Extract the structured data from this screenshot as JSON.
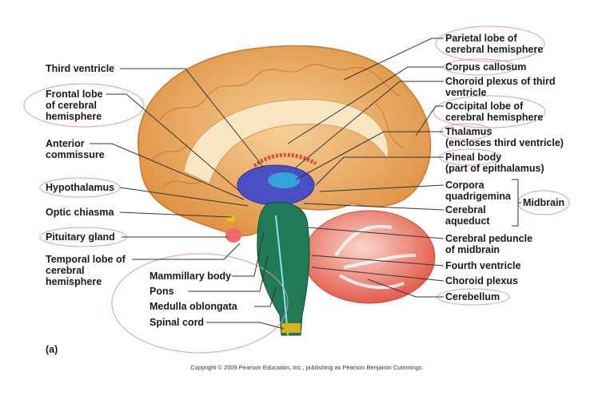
{
  "figure_tag": "(a)",
  "copyright": "Copyright © 2009 Pearson Education, Inc., publishing as Pearson Benjamin Cummings.",
  "left_labels": {
    "third_ventricle": "Third ventricle",
    "frontal_lobe": [
      "Frontal lobe",
      "of cerebral",
      "hemisphere"
    ],
    "anterior_commissure": [
      "Anterior",
      "commissure"
    ],
    "hypothalamus": "Hypothalamus",
    "optic_chiasma": "Optic chiasma",
    "pituitary_gland": "Pituitary gland",
    "temporal_lobe": [
      "Temporal lobe of",
      "cerebral",
      "hemisphere"
    ],
    "mammillary_body": "Mammillary body",
    "pons": "Pons",
    "medulla_oblongata": "Medulla oblongata",
    "spinal_cord": "Spinal cord"
  },
  "right_labels": {
    "parietal_lobe": [
      "Parietal lobe of",
      "cerebral hemisphere"
    ],
    "corpus_callosum": "Corpus callosum",
    "choroid_plexus_third": [
      "Choroid plexus of third",
      "ventricle"
    ],
    "occipital_lobe": [
      "Occipital lobe of",
      "cerebral hemisphere"
    ],
    "thalamus": [
      "Thalamus",
      "(encloses third ventricle)"
    ],
    "pineal_body": [
      "Pineal body",
      "(part of epithalamus)"
    ],
    "corpora_quadrigemina": [
      "Corpora",
      "quadrigemina"
    ],
    "cerebral_aqueduct": [
      "Cerebral",
      "aqueduct"
    ],
    "midbrain": "Midbrain",
    "cerebral_peduncle": [
      "Cerebral peduncle",
      "of midbrain"
    ],
    "fourth_ventricle": "Fourth ventricle",
    "choroid_plexus": "Choroid plexus",
    "cerebellum": "Cerebellum"
  },
  "colors": {
    "cerebrum": "#e9a45a",
    "brainstem": "#1f7a55",
    "thalamus": "#4a4fc4",
    "cerebellum": "#e86a5a",
    "highlight": "#e0a8a8"
  }
}
